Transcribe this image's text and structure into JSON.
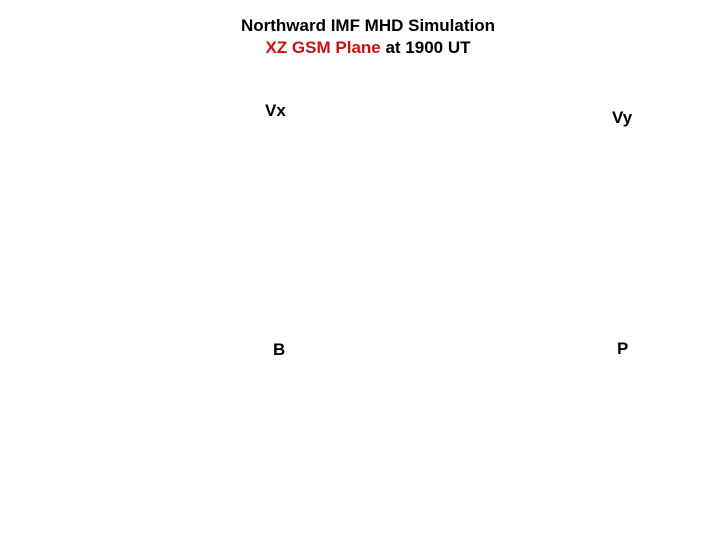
{
  "slide": {
    "title": {
      "line1": "Northward IMF MHD Simulation",
      "line2_highlight": "XZ GSM Plane",
      "line2_rest": " at 1900 UT"
    },
    "panels": [
      {
        "label": "Vx"
      },
      {
        "label": "Vy"
      },
      {
        "label": "B"
      },
      {
        "label": "P"
      }
    ],
    "colors": {
      "background": "#ffffff",
      "title_text": "#000000",
      "title_highlight": "#cc1111",
      "label_text": "#000000"
    }
  }
}
